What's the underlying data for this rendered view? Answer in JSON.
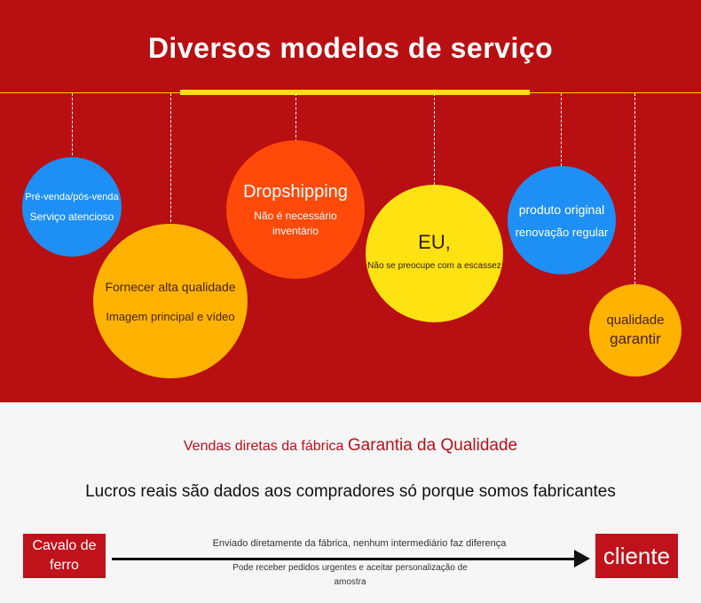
{
  "header": {
    "title": "Diversos modelos de serviço"
  },
  "bubbles": {
    "presale": {
      "line1": "Pré-venda/pós-venda",
      "line2": "Serviço atencioso"
    },
    "quality_image": {
      "line1": "Fornecer alta qualidade",
      "line2": "Imagem principal e vídeo"
    },
    "dropshipping": {
      "line1": "Dropshipping",
      "line2": "Não é necessário",
      "line3": "inventário"
    },
    "eu": {
      "line1": "EU,",
      "line2": "Não se preocupe com a escassez"
    },
    "original": {
      "line1": "produto original",
      "line2": "renovação regular"
    },
    "guarantee": {
      "line1": "qualidade",
      "line2": "garantir"
    }
  },
  "bottom": {
    "subtitle_small": "Vendas diretas da fábrica",
    "subtitle_big": "Garantia da Qualidade",
    "tagline": "Lucros reais são dados aos compradores só porque somos fabricantes",
    "left_box": "Cavalo de ferro",
    "right_box": "cliente",
    "arrow_top": "Enviado diretamente da fábrica, nenhum intermediário faz diferença",
    "arrow_bottom": "Pode receber pedidos urgentes e aceitar personalização de amostra"
  },
  "colors": {
    "background_red": "#b80f12",
    "accent_yellow": "#f8e10d",
    "blue": "#1e90f5",
    "orange": "#ffb300",
    "red_orange": "#ff4a0a",
    "yellow": "#ffe211"
  }
}
